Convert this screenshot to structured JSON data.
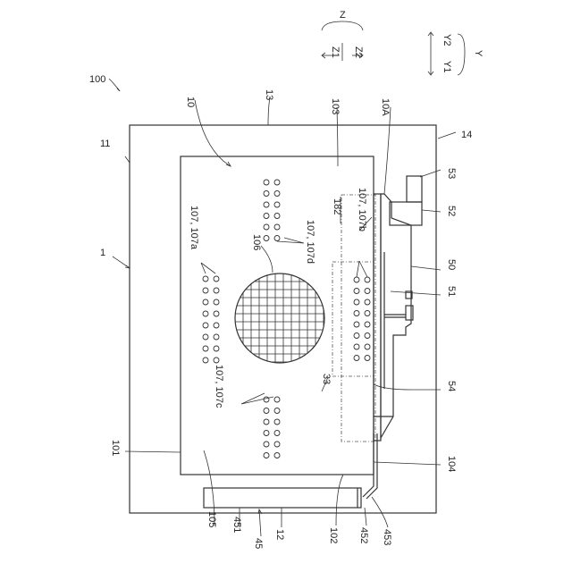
{
  "axes": {
    "z": "Z",
    "z1": "Z1",
    "z2": "Z2",
    "y": "Y",
    "y1": "Y1",
    "y2": "Y2"
  },
  "labels": {
    "l100": "100",
    "l1": "1",
    "l11": "11",
    "l13": "13",
    "l14": "14",
    "l10": "10",
    "l103": "103",
    "l10A": "10A",
    "l53": "53",
    "l52": "52",
    "l50": "50",
    "l51": "51",
    "l54": "54",
    "l104": "104",
    "l101": "101",
    "l105": "105",
    "l451": "451",
    "l45": "45",
    "l12": "12",
    "l102": "102",
    "l452": "452",
    "l453": "453",
    "l106": "106",
    "l182": "182",
    "l33": "33",
    "l107a": "107, 107a",
    "l107b": "107, 107b",
    "l107c": "107, 107c",
    "l107d": "107, 107d"
  }
}
